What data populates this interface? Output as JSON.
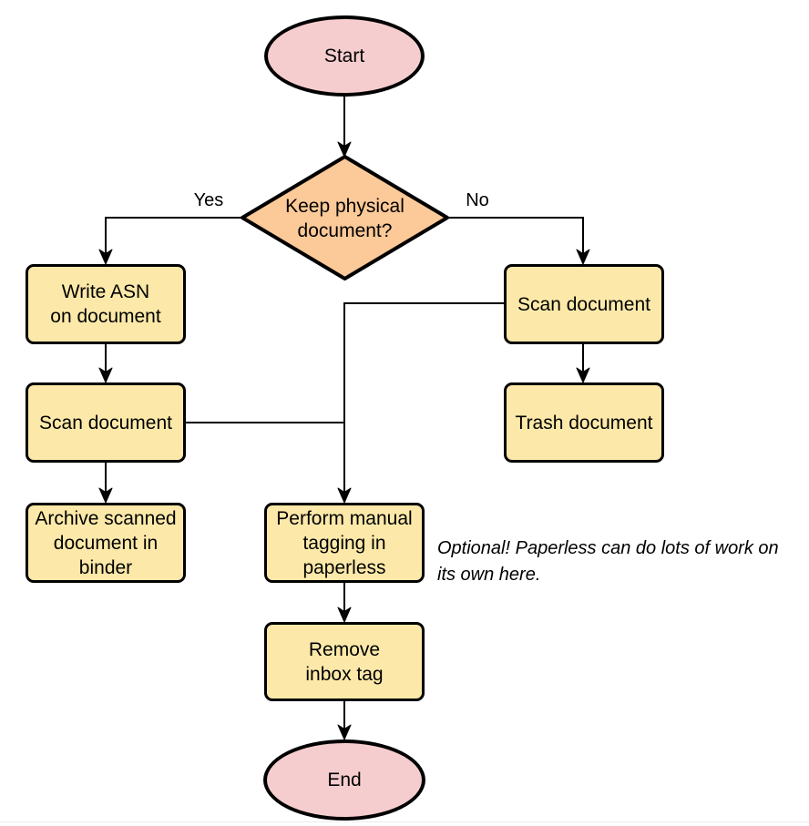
{
  "diagram": {
    "type": "flowchart",
    "nodes": {
      "start": {
        "label": "Start",
        "shape": "ellipse"
      },
      "decision": {
        "label": "Keep physical\ndocument?",
        "shape": "diamond"
      },
      "write_asn": {
        "label": "Write ASN\non document",
        "shape": "rect"
      },
      "scan_left": {
        "label": "Scan document",
        "shape": "rect"
      },
      "archive": {
        "label": "Archive scanned\ndocument in\nbinder",
        "shape": "rect"
      },
      "scan_right": {
        "label": "Scan document",
        "shape": "rect"
      },
      "trash": {
        "label": "Trash document",
        "shape": "rect"
      },
      "tagging": {
        "label": "Perform manual\ntagging in\npaperless",
        "shape": "rect"
      },
      "remove_inbox": {
        "label": "Remove\ninbox tag",
        "shape": "rect"
      },
      "end": {
        "label": "End",
        "shape": "ellipse"
      }
    },
    "edge_labels": {
      "yes": "Yes",
      "no": "No"
    },
    "annotation": "Optional! Paperless can do lots of work on\nits own here.",
    "colors": {
      "terminal_fill": "#f6cdcf",
      "decision_fill": "#fcc998",
      "process_fill": "#fce9a9",
      "stroke": "#000000",
      "text": "#000000"
    }
  }
}
